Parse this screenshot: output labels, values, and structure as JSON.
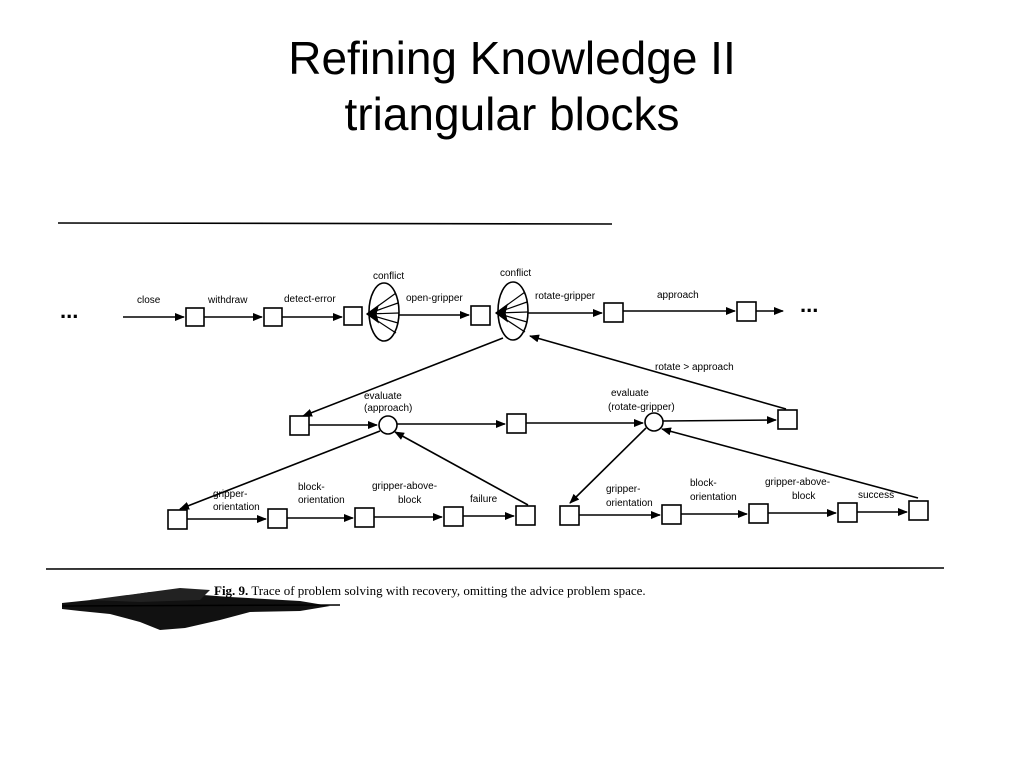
{
  "slide": {
    "title_line1": "Refining Knowledge II",
    "title_line2": "triangular blocks"
  },
  "diagram": {
    "ellipsis": "...",
    "top_row": {
      "close": "close",
      "withdraw": "withdraw",
      "detect_error": "detect-error",
      "conflict_1": "conflict",
      "open_gripper": "open-gripper",
      "conflict_2": "conflict",
      "rotate_gripper": "rotate-gripper",
      "approach": "approach",
      "rotate_gt_approach": "rotate > approach"
    },
    "evaluate_left": {
      "line1": "evaluate",
      "line2": "(approach)"
    },
    "evaluate_right": {
      "line1": "evaluate",
      "line2": "(rotate-gripper)"
    },
    "bottom_left": {
      "gripper_orientation_1": "gripper-",
      "gripper_orientation_2": "orientation",
      "block_orientation_1": "block-",
      "block_orientation_2": "orientation",
      "gripper_above_block_1": "gripper-above-",
      "gripper_above_block_2": "block",
      "failure": "failure"
    },
    "bottom_right": {
      "gripper_orientation_1": "gripper-",
      "gripper_orientation_2": "orientation",
      "block_orientation_1": "block-",
      "block_orientation_2": "orientation",
      "gripper_above_block_1": "gripper-above-",
      "gripper_above_block_2": "block",
      "success": "success"
    },
    "caption": {
      "label": "Fig. 9.",
      "text": " Trace of problem solving with recovery, omitting the advice problem space."
    }
  }
}
